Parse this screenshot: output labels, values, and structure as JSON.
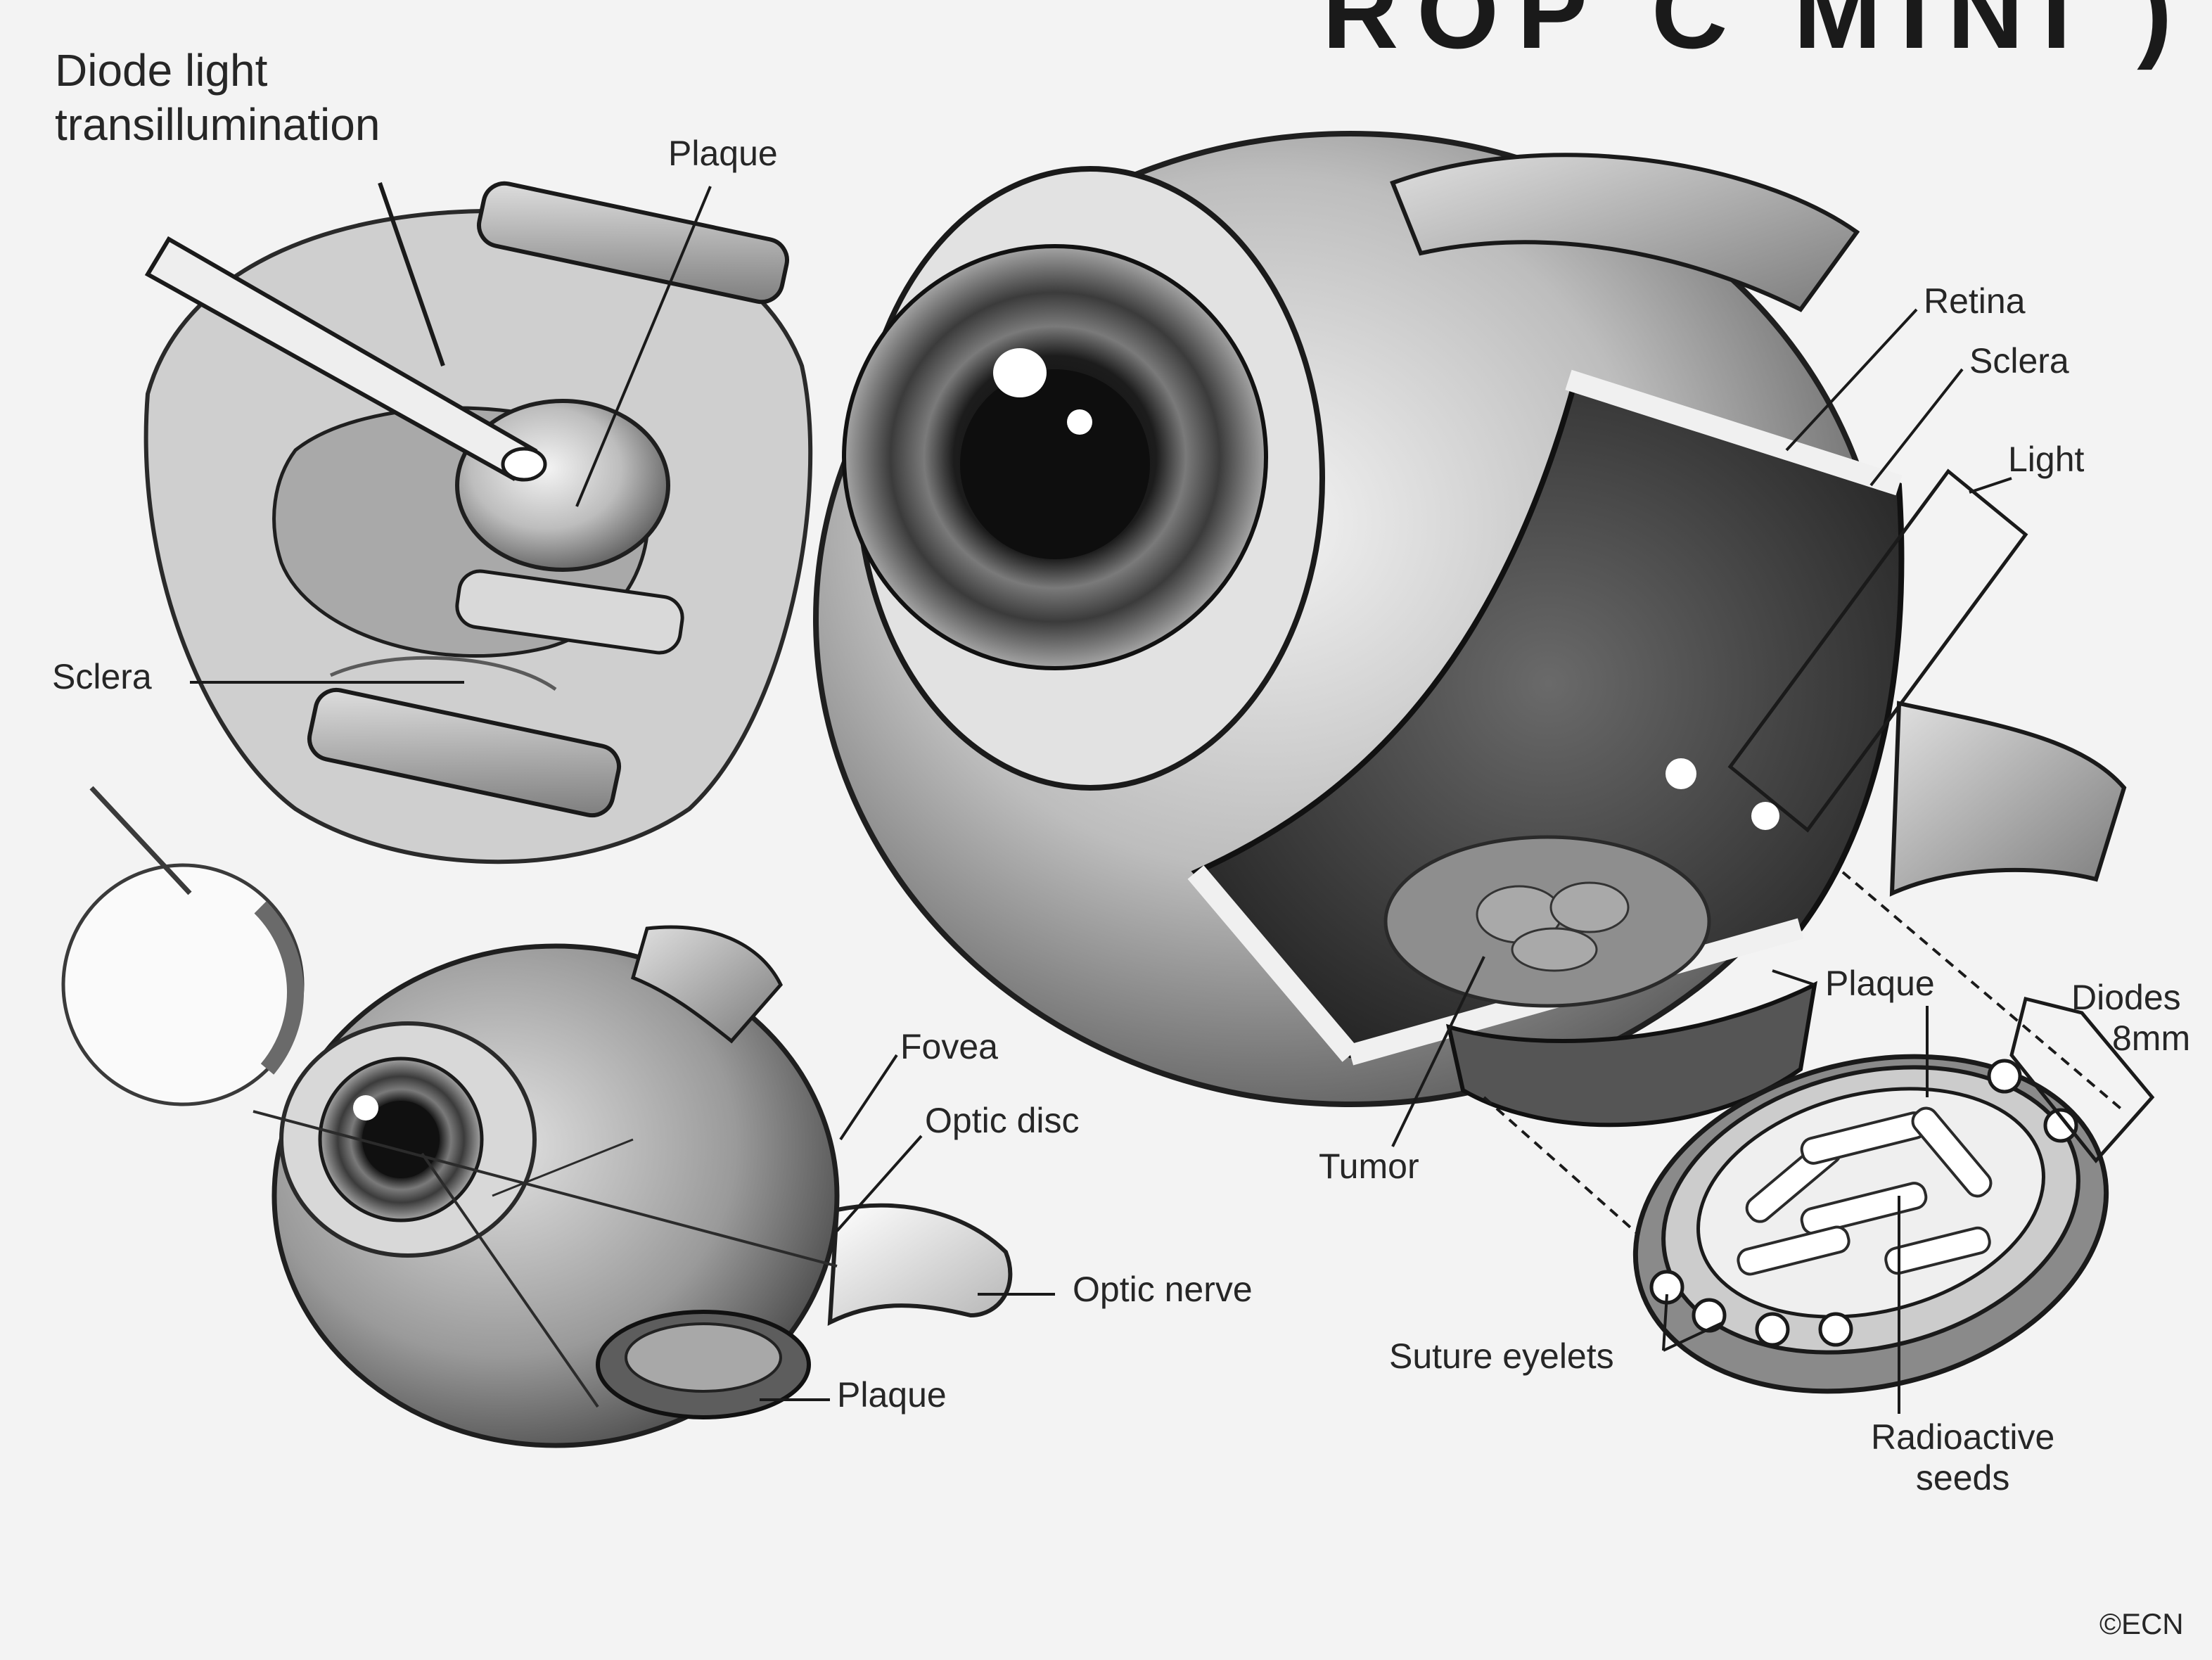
{
  "figure": {
    "top_partial_text": "ROP C MINI )",
    "copyright": "©ECN"
  },
  "panel_surgery": {
    "title_line1": "Diode light",
    "title_line2": "transillumination",
    "label_plaque": "Plaque",
    "label_sclera": "Sclera"
  },
  "panel_posterior_eye": {
    "label_fovea": "Fovea",
    "label_optic_disc": "Optic disc",
    "label_optic_nerve": "Optic nerve",
    "label_plaque": "Plaque"
  },
  "panel_cutaway_eye": {
    "label_retina": "Retina",
    "label_sclera": "Sclera",
    "label_light": "Light",
    "label_tumor": "Tumor",
    "label_plaque": "Plaque",
    "label_diodes": "Diodes",
    "label_diodes_size": "8mm"
  },
  "panel_plaque_device": {
    "label_suture_eyelets": "Suture eyelets",
    "label_radioactive_line1": "Radioactive",
    "label_radioactive_line2": "seeds"
  }
}
